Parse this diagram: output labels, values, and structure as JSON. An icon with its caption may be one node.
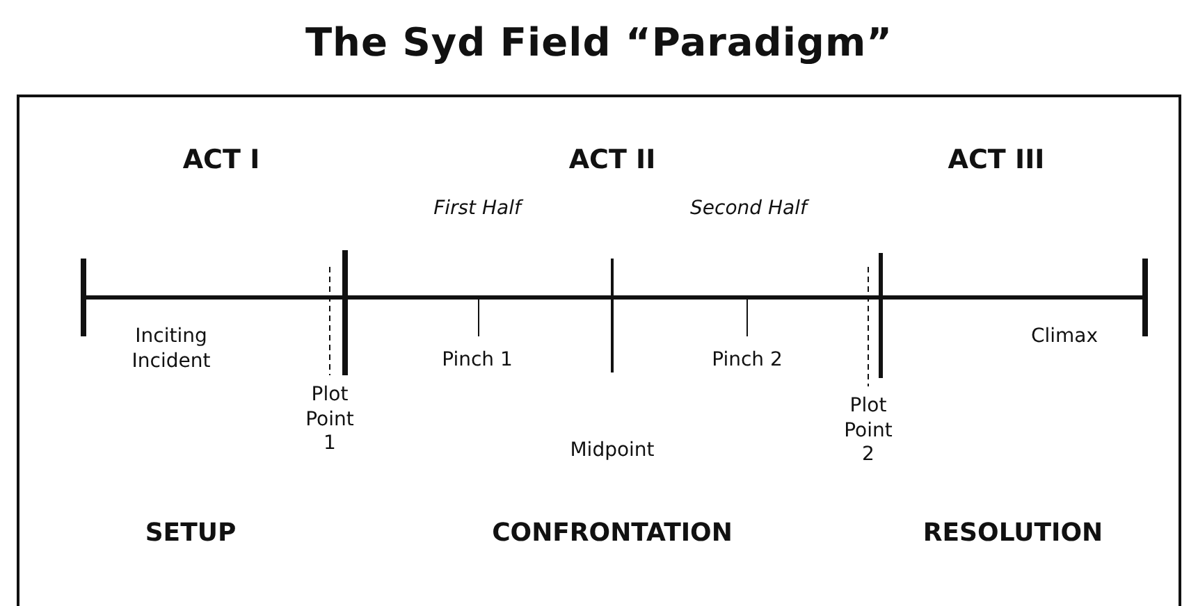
{
  "diagram": {
    "title": "The Syd Field “Paradigm”",
    "labels": [
      "ACT I",
      "ACT II",
      "ACT III",
      "First Half",
      "Second Half",
      "Inciting Incident",
      "Pinch 1",
      "Pinch 2",
      "Climax",
      "Plot Point 1",
      "Midpoint",
      "Plot Point 2",
      "SETUP",
      "CONFRONTATION",
      "RESOLUTION"
    ]
  }
}
